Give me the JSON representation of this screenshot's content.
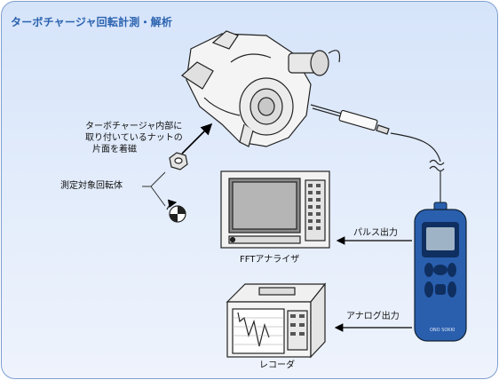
{
  "title": "ターボチャージャ回転計測・解析",
  "labels": {
    "magnet_line1": "ターボチャージャ内部に",
    "magnet_line2": "取り付いているナットの",
    "magnet_line3": "片面を着磁",
    "measured_object": "測定対象回転体",
    "pulse_output": "パルス出力",
    "analog_output": "アナログ出力",
    "fft_analyzer": "FFTアナライザ",
    "recorder": "レコーダ"
  },
  "logo_text": "ONO SOKKI",
  "colors": {
    "panel_bg": "#dfe9f9",
    "panel_border": "#7f9fd0",
    "title": "#2b63b0",
    "handheld_body": "#2a5fae"
  }
}
